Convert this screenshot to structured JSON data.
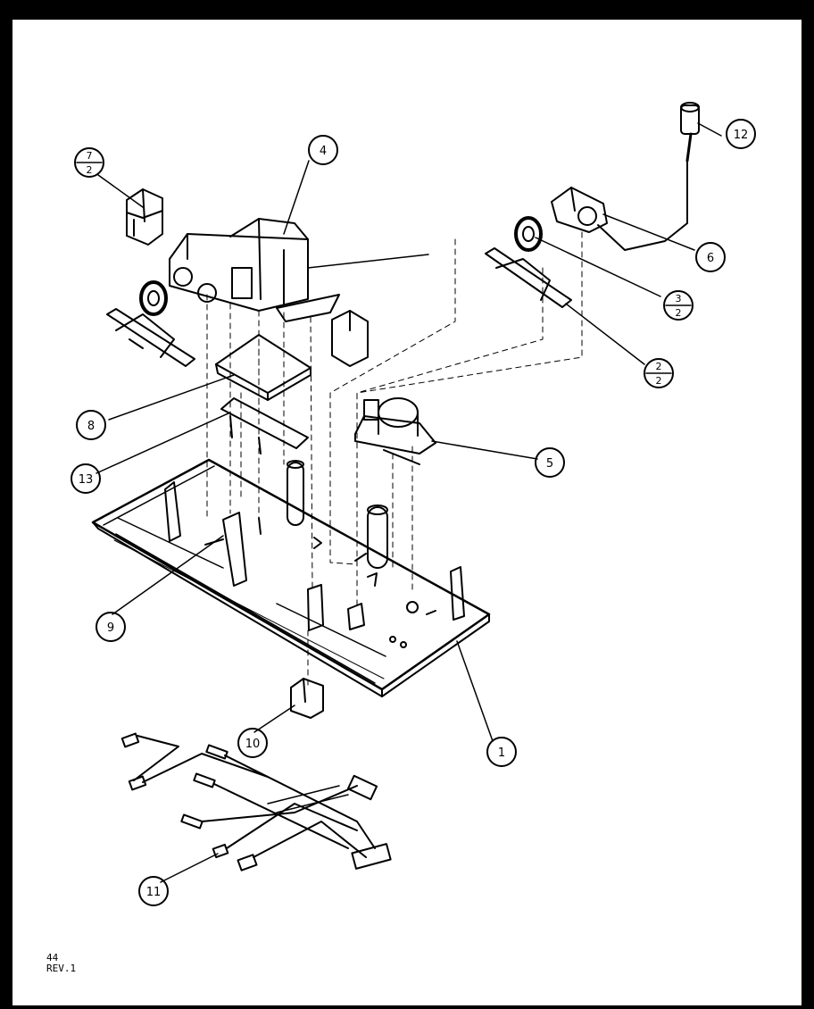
{
  "callouts": {
    "c1": "1",
    "c4": "4",
    "c5": "5",
    "c6": "6",
    "c8": "8",
    "c9": "9",
    "c10": "10",
    "c11": "11",
    "c12": "12",
    "c13": "13",
    "c7_2": {
      "top": "7",
      "bottom": "2"
    },
    "c3_2": {
      "top": "3",
      "bottom": "2"
    },
    "c2_2": {
      "top": "2",
      "bottom": "2"
    }
  },
  "footer": {
    "page": "44",
    "revision": "REV.1"
  }
}
